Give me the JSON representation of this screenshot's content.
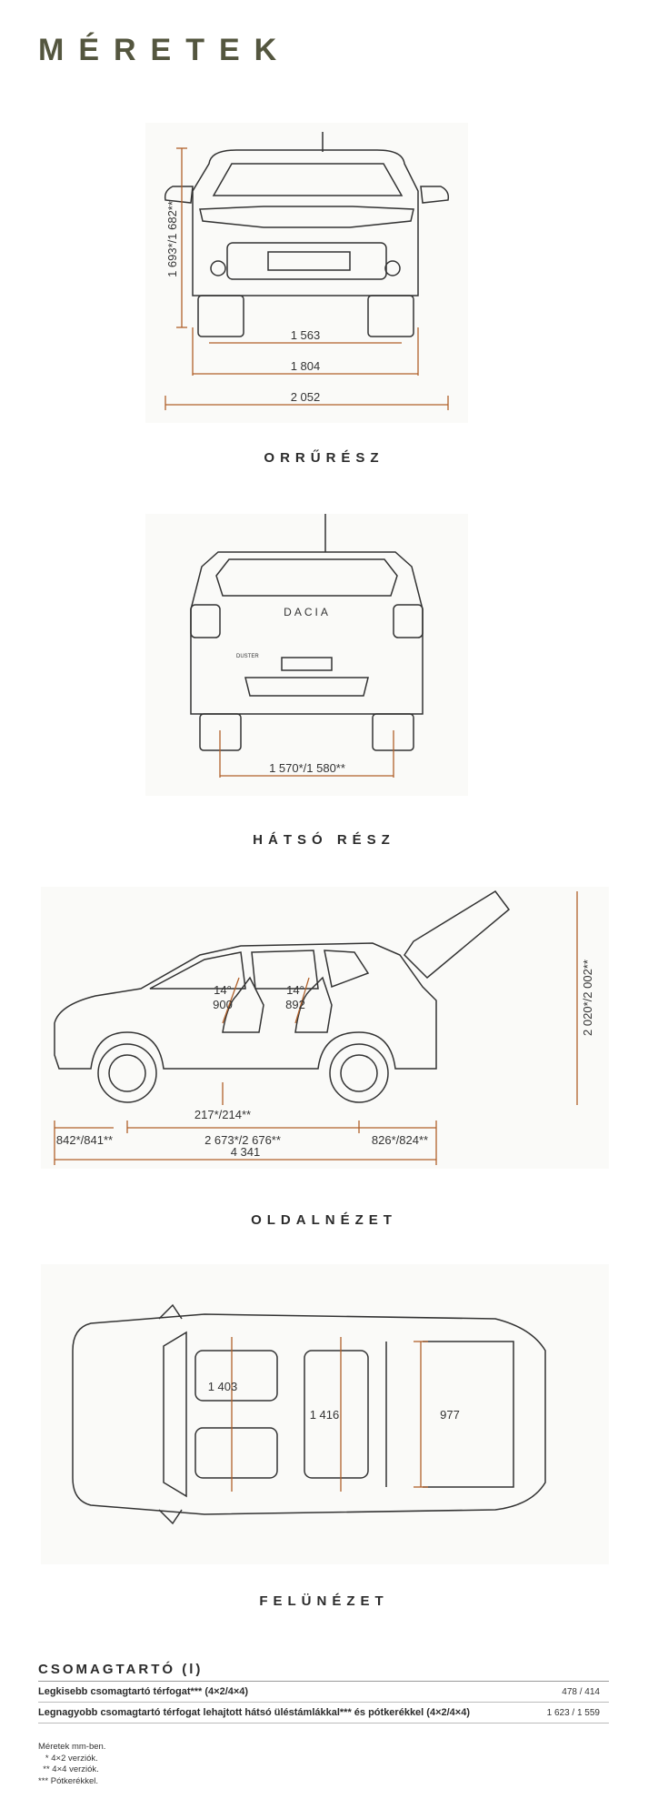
{
  "page_title": "MÉRETEK",
  "views": {
    "front": {
      "caption": "ORRŰRÉSZ",
      "height": "1 693*/1 682**",
      "track": "1 563",
      "width": "1 804",
      "width_mirrors": "2 052"
    },
    "rear": {
      "caption": "HÁTSÓ RÉSZ",
      "track": "1 570*/1 580**",
      "badge": "DACIA",
      "model": "DUSTER"
    },
    "side": {
      "caption": "OLDALNÉZET",
      "angle_front": "14°",
      "headroom_front": "900",
      "angle_rear": "14°",
      "headroom_rear": "892",
      "ground_clearance": "217*/214**",
      "front_overhang": "842*/841**",
      "wheelbase": "2 673*/2 676**",
      "rear_overhang": "826*/824**",
      "length": "4 341",
      "height_open": "2 020*/2 002**"
    },
    "top": {
      "caption": "FELÜNÉZET",
      "front_width": "1 403",
      "rear_width": "1 416",
      "boot_width": "977"
    }
  },
  "luggage": {
    "title": "CSOMAGTARTÓ (l)",
    "rows": [
      {
        "label": "Legkisebb csomagtartó térfogat*** (4×2/4×4)",
        "value": "478 / 414"
      },
      {
        "label": "Legnagyobb csomagtartó térfogat lehajtott hátsó üléstámlákkal*** és pótkerékkel (4×2/4×4)",
        "value": "1 623 / 1 559"
      }
    ]
  },
  "notes": [
    "Méretek mm-ben.",
    "   * 4×2 verziók.",
    "  ** 4×4 verziók.",
    "*** Pótkerékkel."
  ],
  "colors": {
    "accent": "#b0602a",
    "title": "#54563f",
    "line": "#333333"
  }
}
